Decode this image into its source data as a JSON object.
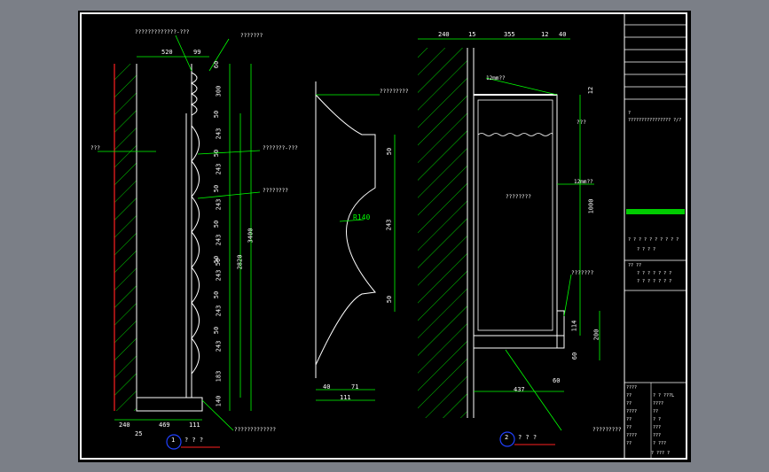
{
  "colors": {
    "background": "#7b7f87",
    "sheet": "#000000",
    "frame": "#ffffff",
    "line": "#ffffff",
    "dimension": "#00ff00",
    "hatch": "#00cc00",
    "wall_edge": "#ff2020",
    "leader": "#00ff00",
    "callout_circle": "#2040ff"
  },
  "left_view": {
    "top_note": "?????????????-???",
    "top_right_note": "???????",
    "top_dims": [
      "520",
      "99"
    ],
    "side_note": "???",
    "mid_note_1": "???????-???",
    "mid_note_2": "????????",
    "vertical_dims": [
      "60",
      "300",
      "50",
      "243",
      "50",
      "243",
      "50",
      "243",
      "50",
      "243",
      "50",
      "243",
      "50",
      "243",
      "50",
      "243",
      "183",
      "140"
    ],
    "total_dims": [
      "2820",
      "3400"
    ],
    "small_dim": "50",
    "bottom_dims": [
      "240",
      "469",
      "111"
    ],
    "bottom_sub": "25",
    "bottom_note": "?????????????",
    "callout_number": "1",
    "callout_title": "? ? ?"
  },
  "profile_view": {
    "top_note": "?????????",
    "radius_label": "R140",
    "right_dims": [
      "50",
      "243",
      "50"
    ],
    "bottom_dims": [
      "40",
      "71"
    ],
    "bottom_total": "111"
  },
  "right_view": {
    "top_dims": [
      "240",
      "15",
      "355",
      "12",
      "40"
    ],
    "note_top": "12mm??",
    "note_right_top": "???",
    "dim_12": "12",
    "note_glass": "12mm??",
    "note_center": "????????",
    "dim_1000": "1000",
    "note_sill": "???????",
    "dims_lower": [
      "114",
      "200",
      "60"
    ],
    "dim_60b": "60",
    "dim_437": "437",
    "bottom_note": "?????????",
    "callout_number": "2",
    "callout_title": "? ? ?"
  },
  "title_block": {
    "project_note": "?",
    "project_line": "???????????????? ?/?",
    "company_1": "? ? ? ? ? ? ? ? ? ?",
    "company_2": "? ? ? ?",
    "drawing_no": "?? ??",
    "drawing_title_1": "? ? ? ? ? ? ?",
    "drawing_title_2": "? ? ? ? ? ? ?",
    "rows": [
      [
        "????",
        ""
      ],
      [
        "??",
        "? ?   ???L"
      ],
      [
        "??",
        "????"
      ],
      [
        "????",
        "??"
      ],
      [
        "??",
        "? ?"
      ],
      [
        "??",
        "???"
      ],
      [
        "????",
        "???"
      ],
      [
        "??",
        "? ???"
      ]
    ],
    "bottom": "? ??? ?"
  }
}
